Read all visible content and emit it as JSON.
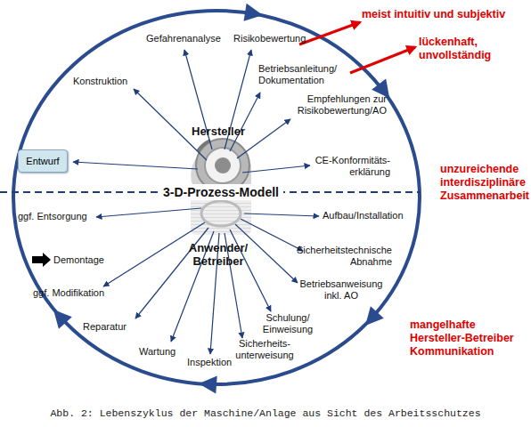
{
  "diagram": {
    "caption": "Abb. 2: Lebenszyklus der Maschine/Anlage aus Sicht des Arbeitsschutzes",
    "nodes": [
      {
        "text": [
          "Entwurf"
        ]
      }
    ],
    "labels": [
      "Hersteller",
      "3-D-Prozess-Modell",
      "Anwender/ Betreiber",
      "Konstruktion",
      "Gefahrenanalyse",
      "Risikobewertung",
      "Betriebsanleitung/ Dokumentation",
      "Empfehlungen zur Risikobewertung/AO",
      "CE-Konformitäts- erklärung",
      "Aufbau/Installation",
      "Sicherheitstechnische Abnahme",
      "Betriebsanweisung inkl. AO",
      "Schulung/ Einweisung",
      "Sicherheits- unterweisung",
      "Inspektion",
      "Wartung",
      "Reparatur",
      "ggf. Modifikation",
      "Demontage",
      "ggf. Entsorgung",
      "meist intuitiv und subjektiv",
      "lückenhaft, unvollständig",
      "unzureichende interdisziplinäre Zusammenarbeit",
      "mangelhafte Hersteller-Betreiber Kommunikation"
    ]
  }
}
